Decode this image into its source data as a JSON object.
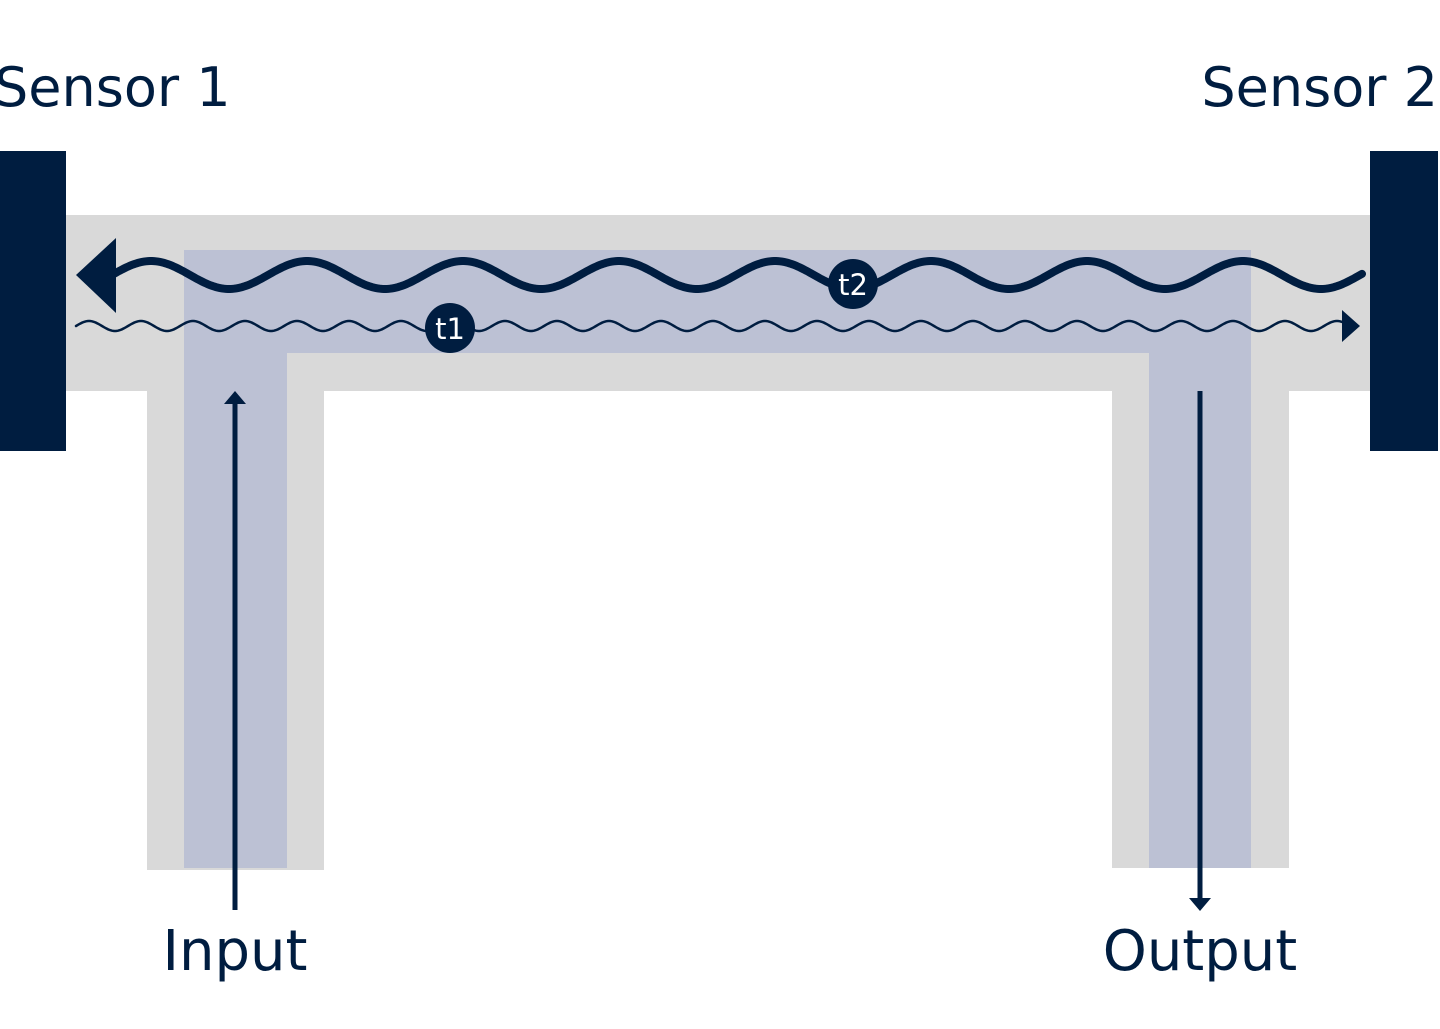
{
  "colors": {
    "navy": "#001d40",
    "pipe_wall": "#d9d9d9",
    "fluid": "#bcc1d4",
    "background": "#ffffff"
  },
  "sensors": {
    "left_label": "Sensor 1",
    "right_label": "Sensor 2"
  },
  "ports": {
    "input_label": "Input",
    "output_label": "Output"
  },
  "signals": {
    "downstream_badge": "t1",
    "upstream_badge": "t2"
  }
}
